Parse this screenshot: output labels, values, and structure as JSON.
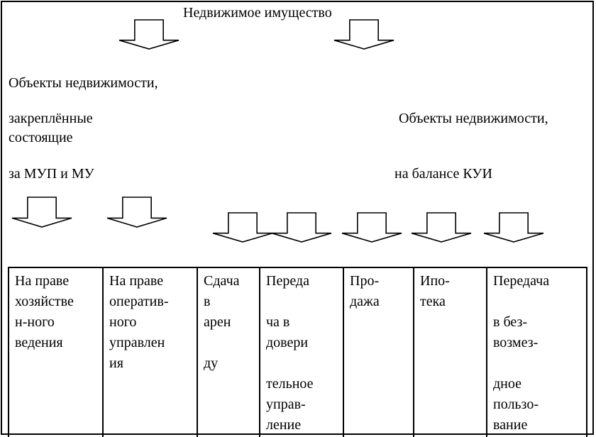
{
  "title": "Недвижимое имущество",
  "left_group": {
    "line1": "Объекты недвижимости,",
    "line2": "закреплённые",
    "line3": "состоящие",
    "line4": "за МУП и МУ"
  },
  "right_group": {
    "line1": "Объекты недвижимости,",
    "line2": "на балансе КУИ"
  },
  "columns": [
    {
      "lines": [
        "На праве",
        "хозяйстве",
        "н-ного",
        "ведения"
      ]
    },
    {
      "lines": [
        "На праве",
        "оператив-",
        "ного",
        "управлен",
        "ия"
      ]
    },
    {
      "lines": [
        "Сдача",
        "в",
        "арен",
        "",
        "ду"
      ]
    },
    {
      "lines": [
        "Переда",
        "",
        "ча в",
        "довери",
        "",
        "тельное",
        "управ-",
        "ление"
      ]
    },
    {
      "lines": [
        "Про-",
        "дажа"
      ]
    },
    {
      "lines": [
        "Ипо-",
        "тека"
      ]
    },
    {
      "lines": [
        "Передача",
        "",
        "в без-",
        "возмез-",
        "",
        "дное",
        "пользо-",
        "вание"
      ]
    }
  ]
}
